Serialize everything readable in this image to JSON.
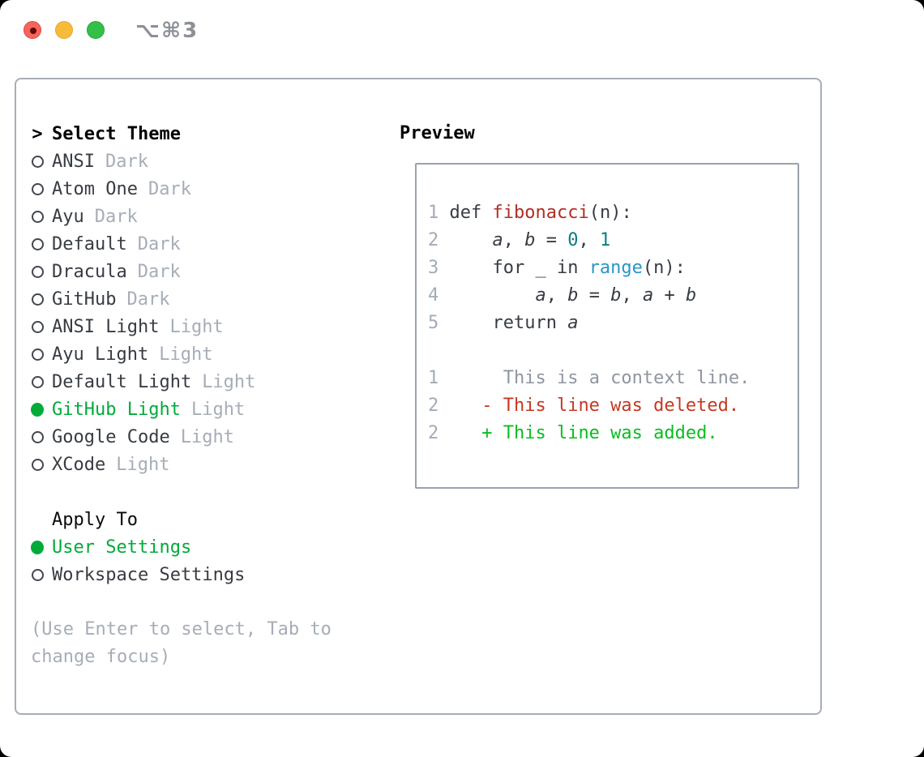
{
  "window": {
    "title": "⌥⌘3",
    "traffic_lights": [
      {
        "name": "close",
        "color": "#f4655f",
        "has_inner_dot": true,
        "inner_dot_color": "#650a03"
      },
      {
        "name": "minimize",
        "color": "#f7bb3a",
        "has_inner_dot": false
      },
      {
        "name": "zoom",
        "color": "#33c048",
        "has_inner_dot": false
      }
    ]
  },
  "theme_picker": {
    "header_prefix": ">",
    "header": "Select Theme",
    "items": [
      {
        "label": "ANSI",
        "variant": "Dark",
        "selected": false
      },
      {
        "label": "Atom One",
        "variant": "Dark",
        "selected": false
      },
      {
        "label": "Ayu",
        "variant": "Dark",
        "selected": false
      },
      {
        "label": "Default",
        "variant": "Dark",
        "selected": false
      },
      {
        "label": "Dracula",
        "variant": "Dark",
        "selected": false
      },
      {
        "label": "GitHub",
        "variant": "Dark",
        "selected": false
      },
      {
        "label": "ANSI Light",
        "variant": "Light",
        "selected": false
      },
      {
        "label": "Ayu Light",
        "variant": "Light",
        "selected": false
      },
      {
        "label": "Default Light",
        "variant": "Light",
        "selected": false
      },
      {
        "label": "GitHub Light",
        "variant": "Light",
        "selected": true
      },
      {
        "label": "Google Code",
        "variant": "Light",
        "selected": false
      },
      {
        "label": "XCode",
        "variant": "Light",
        "selected": false
      }
    ]
  },
  "apply_to": {
    "header": "Apply To",
    "options": [
      {
        "label": "User Settings",
        "selected": true
      },
      {
        "label": "Workspace Settings",
        "selected": false
      }
    ]
  },
  "hint": "(Use Enter to select, Tab to change focus)",
  "preview": {
    "header": "Preview",
    "lines": [
      {
        "tokens": [
          [
            "ln",
            "1"
          ],
          [
            "plain",
            " def "
          ],
          [
            "func",
            "fibonacci"
          ],
          [
            "plain",
            "(n):"
          ]
        ]
      },
      {
        "tokens": [
          [
            "ln",
            "2"
          ],
          [
            "plain",
            "     "
          ],
          [
            "var",
            "a"
          ],
          [
            "plain",
            ", "
          ],
          [
            "var",
            "b"
          ],
          [
            "plain",
            " = "
          ],
          [
            "num",
            "0"
          ],
          [
            "plain",
            ", "
          ],
          [
            "num",
            "1"
          ]
        ]
      },
      {
        "tokens": [
          [
            "ln",
            "3"
          ],
          [
            "plain",
            "     for _ in "
          ],
          [
            "builtin",
            "range"
          ],
          [
            "plain",
            "(n):"
          ]
        ]
      },
      {
        "tokens": [
          [
            "ln",
            "4"
          ],
          [
            "plain",
            "         "
          ],
          [
            "var",
            "a"
          ],
          [
            "plain",
            ", "
          ],
          [
            "var",
            "b"
          ],
          [
            "plain",
            " = "
          ],
          [
            "var",
            "b"
          ],
          [
            "plain",
            ", "
          ],
          [
            "var",
            "a"
          ],
          [
            "plain",
            " + "
          ],
          [
            "var",
            "b"
          ]
        ]
      },
      {
        "tokens": [
          [
            "ln",
            "5"
          ],
          [
            "plain",
            "     return "
          ],
          [
            "var",
            "a"
          ]
        ]
      },
      {
        "tokens": []
      },
      {
        "tokens": [
          [
            "ln",
            "1"
          ],
          [
            "plain",
            "      "
          ],
          [
            "ctx",
            "This is a context line."
          ]
        ]
      },
      {
        "tokens": [
          [
            "ln",
            "2"
          ],
          [
            "plain",
            "    "
          ],
          [
            "del",
            "- This line was deleted."
          ]
        ]
      },
      {
        "tokens": [
          [
            "ln",
            "2"
          ],
          [
            "plain",
            "    "
          ],
          [
            "add",
            "+ This line was added."
          ]
        ]
      }
    ]
  },
  "colors": {
    "selected_green": "#00ab39",
    "added_green": "#0bbd20",
    "deleted_red": "#c63822",
    "function_red": "#b02e24",
    "number_teal": "#0b7d80",
    "builtin_blue": "#2796c6",
    "muted_gray": "#a6adb8",
    "text_dark": "#373c43",
    "panel_border": "#a7aeb8"
  }
}
